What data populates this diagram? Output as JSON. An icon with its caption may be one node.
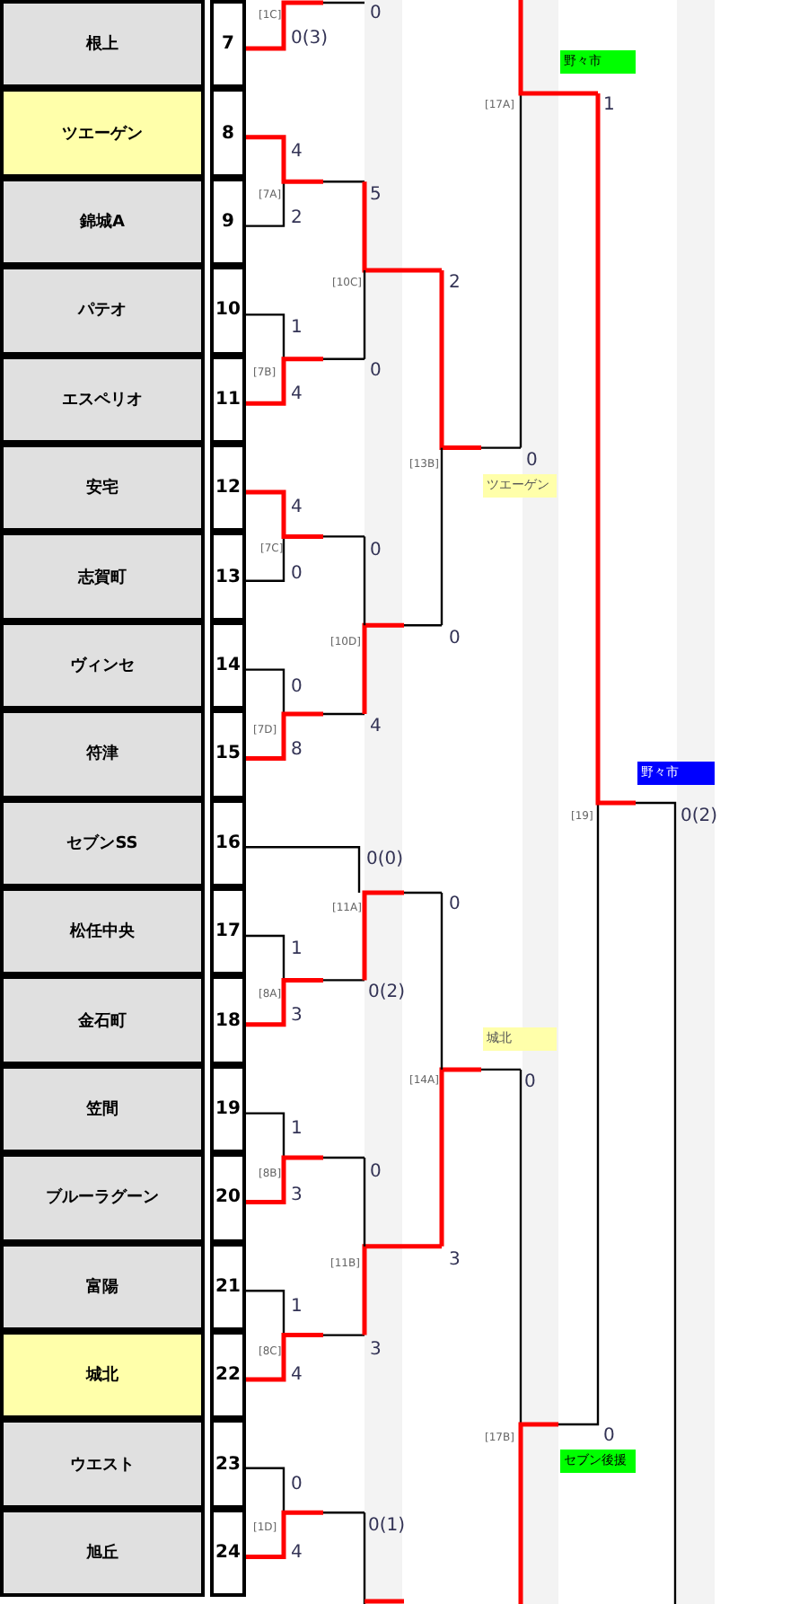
{
  "diagram": {
    "nodes": [
      {
        "text": [
          "根上",
          "7"
        ]
      },
      {
        "text": [
          "ツエーゲン",
          "8"
        ]
      },
      {
        "text": [
          "錦城A",
          "9"
        ]
      },
      {
        "text": [
          "パテオ",
          "10"
        ]
      },
      {
        "text": [
          "エスペリオ",
          "11"
        ]
      },
      {
        "text": [
          "安宅",
          "12"
        ]
      },
      {
        "text": [
          "志賀町",
          "13"
        ]
      },
      {
        "text": [
          "ヴィンセ",
          "14"
        ]
      },
      {
        "text": [
          "符津",
          "15"
        ]
      },
      {
        "text": [
          "セブンSS",
          "16"
        ]
      },
      {
        "text": [
          "松任中央",
          "17"
        ]
      },
      {
        "text": [
          "金石町",
          "18"
        ]
      },
      {
        "text": [
          "笠間",
          "19"
        ]
      },
      {
        "text": [
          "ブルーラグーン",
          "20"
        ]
      },
      {
        "text": [
          "富陽",
          "21"
        ]
      },
      {
        "text": [
          "城北",
          "22"
        ]
      },
      {
        "text": [
          "ウエスト",
          "23"
        ]
      },
      {
        "text": [
          "旭丘",
          "24"
        ]
      }
    ],
    "labels": [
      "[1C]",
      "0",
      "0(3)",
      "野々市",
      "[17A]",
      "1",
      "4",
      "5",
      "[7A]",
      "2",
      "[10C]",
      "2",
      "1",
      "0",
      "[7B]",
      "4",
      "[13B]",
      "0",
      "ツエーゲン",
      "4",
      "[7C]",
      "0",
      "0",
      "[10D]",
      "0",
      "0",
      "[7D]",
      "4",
      "8",
      "野々市",
      "[19]",
      "0(2)",
      "0(0)",
      "[11A]",
      "0",
      "1",
      "[8A]",
      "0(2)",
      "3",
      "城北",
      "[14A]",
      "0",
      "1",
      "[8B]",
      "0",
      "3",
      "[11B]",
      "3",
      "1",
      "[8C]",
      "3",
      "4",
      "[17B]",
      "0",
      "セブン後援",
      "0",
      "[1D]",
      "0(1)",
      "4"
    ]
  }
}
